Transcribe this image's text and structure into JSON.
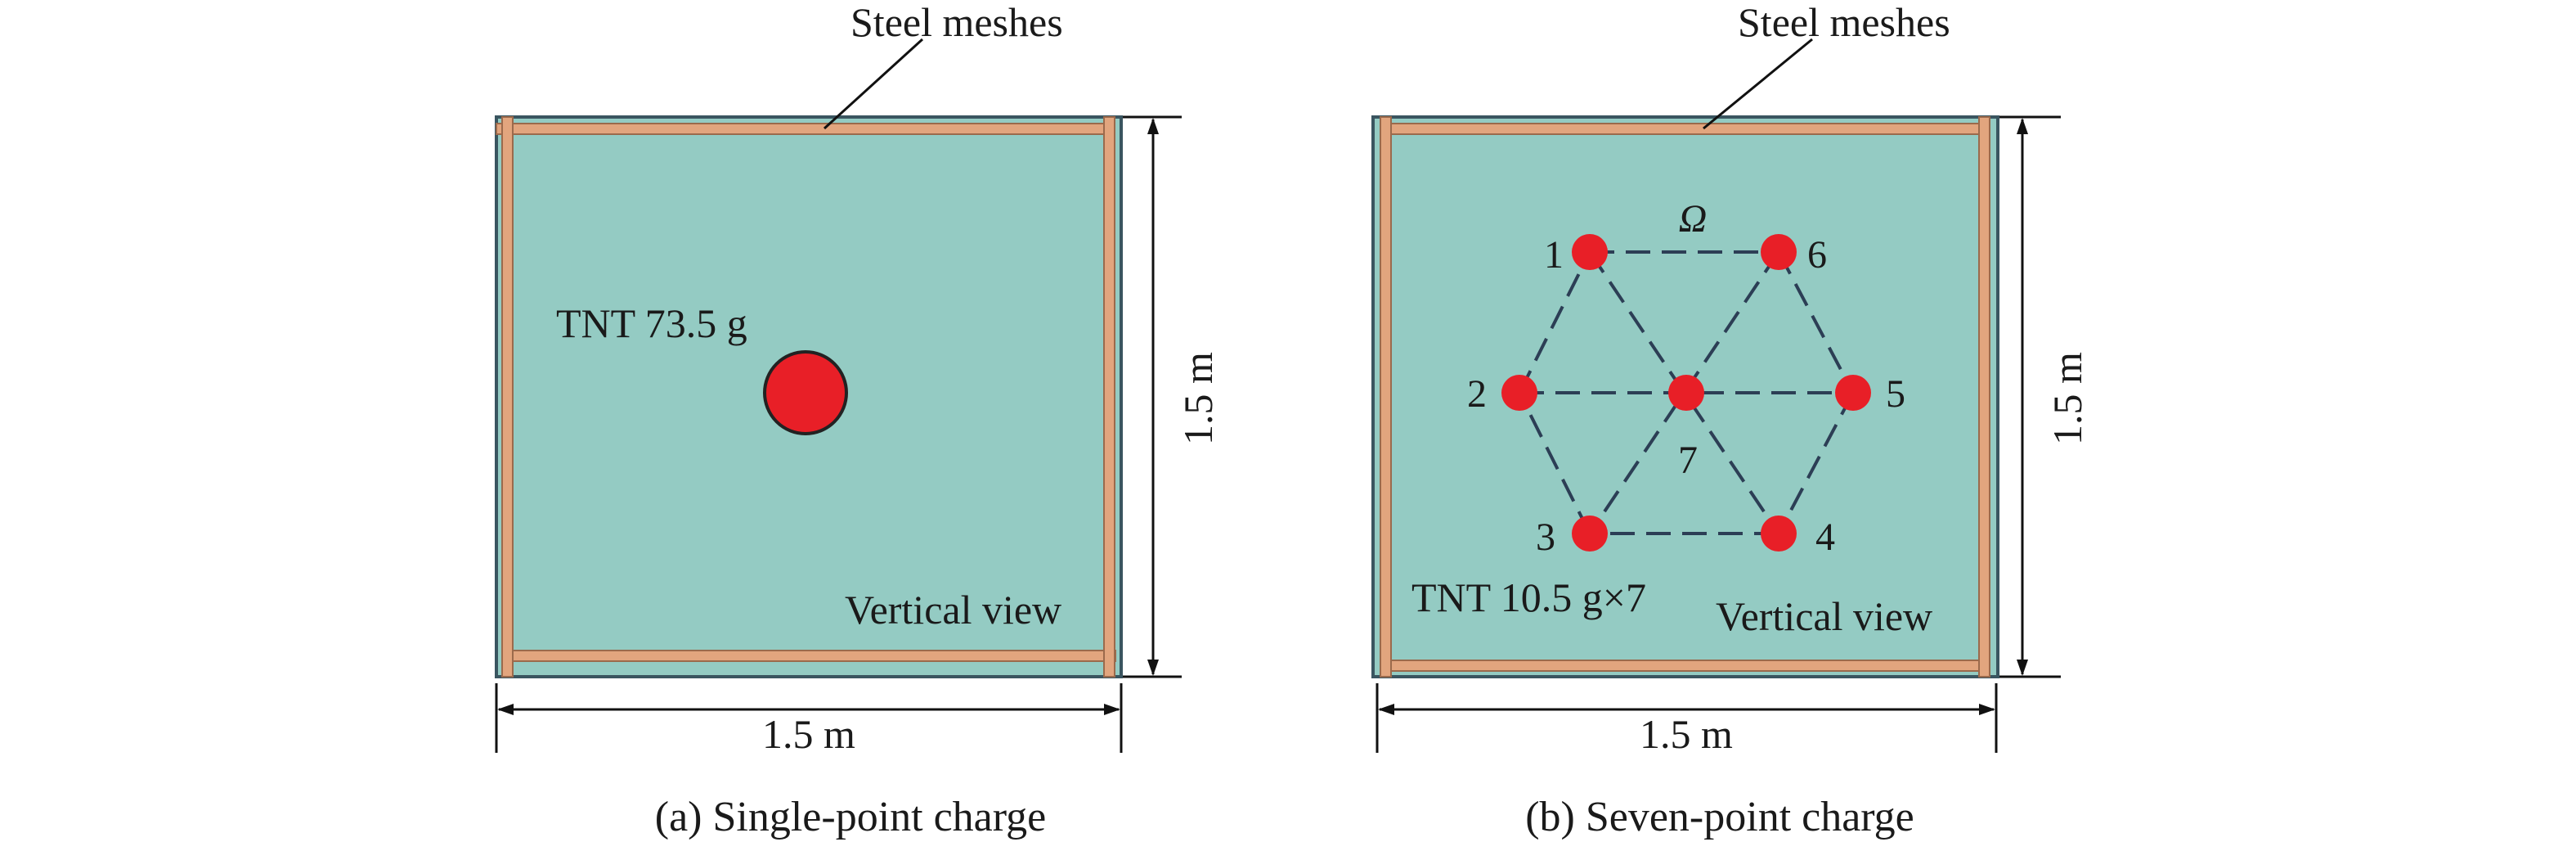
{
  "colors": {
    "slab_fill": "#94cbc3",
    "slab_edge": "#3a5560",
    "steel_mesh": "#e2a57e",
    "steel_mesh_edge": "#9b6a4c",
    "charge_fill": "#e81f27",
    "pattern_line": "#2c3e55",
    "dimension_line": "#111111"
  },
  "panel_a": {
    "mesh_label": "Steel meshes",
    "charge_label": "TNT 73.5 g",
    "view_label": "Vertical view",
    "width_dim": "1.5 m",
    "height_dim": "1.5 m",
    "caption": "(a) Single-point charge"
  },
  "panel_b": {
    "mesh_label": "Steel meshes",
    "charge_label": "TNT 10.5 g×7",
    "view_label": "Vertical view",
    "width_dim": "1.5 m",
    "height_dim": "1.5 m",
    "omega_label": "Ω",
    "caption": "(b) Seven-point charge",
    "charge_points": [
      "1",
      "2",
      "3",
      "4",
      "5",
      "6",
      "7"
    ]
  }
}
